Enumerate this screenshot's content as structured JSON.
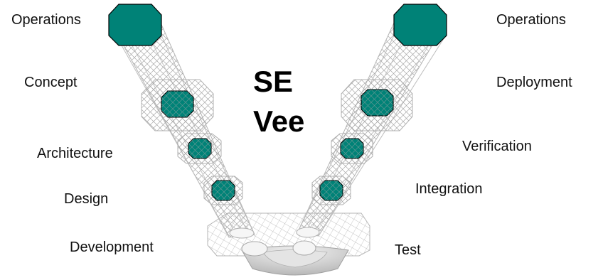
{
  "title": {
    "line1": "SE",
    "line2": "Vee"
  },
  "left_labels": {
    "operations": "Operations",
    "concept": "Concept",
    "architecture": "Architecture",
    "design": "Design",
    "development": "Development"
  },
  "right_labels": {
    "operations": "Operations",
    "deployment": "Deployment",
    "verification": "Verification",
    "integration": "Integration",
    "test": "Test"
  },
  "colors": {
    "node_fill": "#008277",
    "node_stroke": "#000000",
    "mesh": "#a8a8a8",
    "bowl": "#c4c4c4"
  }
}
